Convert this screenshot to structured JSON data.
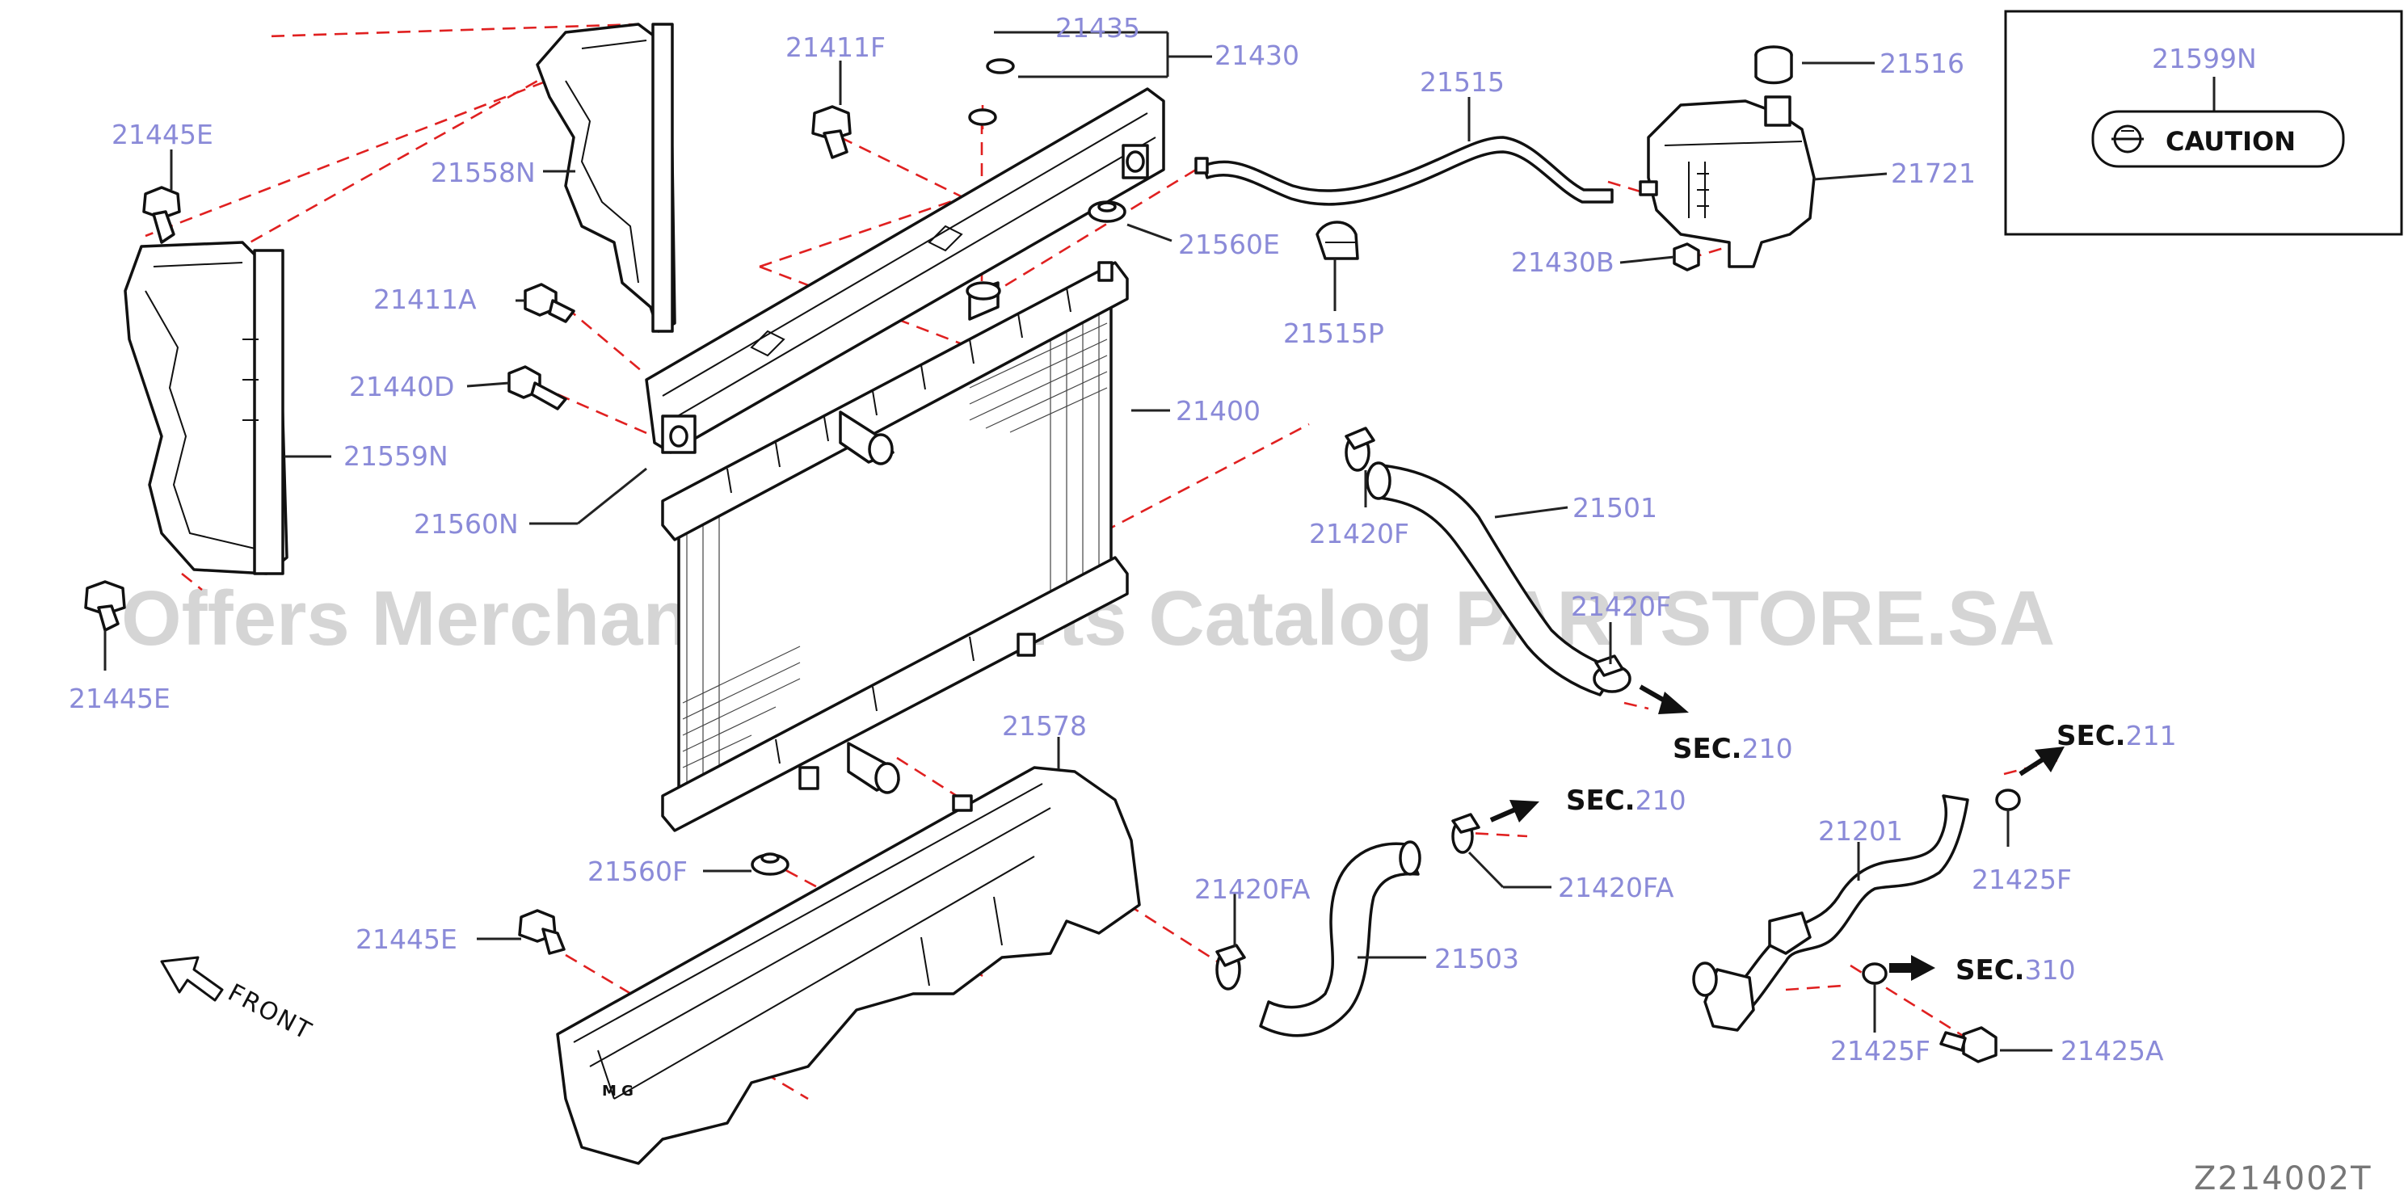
{
  "part_labels": {
    "p21445E_top": "21445E",
    "p21558N": "21558N",
    "p21411F": "21411F",
    "p21435": "21435",
    "p21430": "21430",
    "p21515": "21515",
    "p21516": "21516",
    "p21599N": "21599N",
    "p21721": "21721",
    "p21411A": "21411A",
    "p21560E": "21560E",
    "p21430B": "21430B",
    "p21515P": "21515P",
    "p21440D": "21440D",
    "p21400": "21400",
    "p21559N": "21559N",
    "p21560N": "21560N",
    "p21420F_a": "21420F",
    "p21501": "21501",
    "p21420F_b": "21420F",
    "p21445E_left": "21445E",
    "p21578": "21578",
    "p21201": "21201",
    "p21425F_a": "21425F",
    "p21560F": "21560F",
    "p21420FA_a": "21420FA",
    "p21420FA_b": "21420FA",
    "p21445E_bottom": "21445E",
    "p21503": "21503",
    "p21425F_b": "21425F",
    "p21425A": "21425A"
  },
  "sections": {
    "sec_a_prefix": "SEC.",
    "sec_a_num": "210",
    "sec_b_prefix": "SEC.",
    "sec_b_num": "210",
    "sec_c_prefix": "SEC.",
    "sec_c_num": "211",
    "sec_d_prefix": "SEC.",
    "sec_d_num": "310"
  },
  "caution_label": "CAUTION",
  "front_label": "FRONT",
  "watermark": "Offers Merchant Auto Parts Catalog PARTSTORE.SA",
  "diagram_code": "Z214002T",
  "colors": {
    "label": "#8a8ad8",
    "leader_dash": "#e02020",
    "line": "#111111",
    "watermark": "#c8c8c8"
  }
}
